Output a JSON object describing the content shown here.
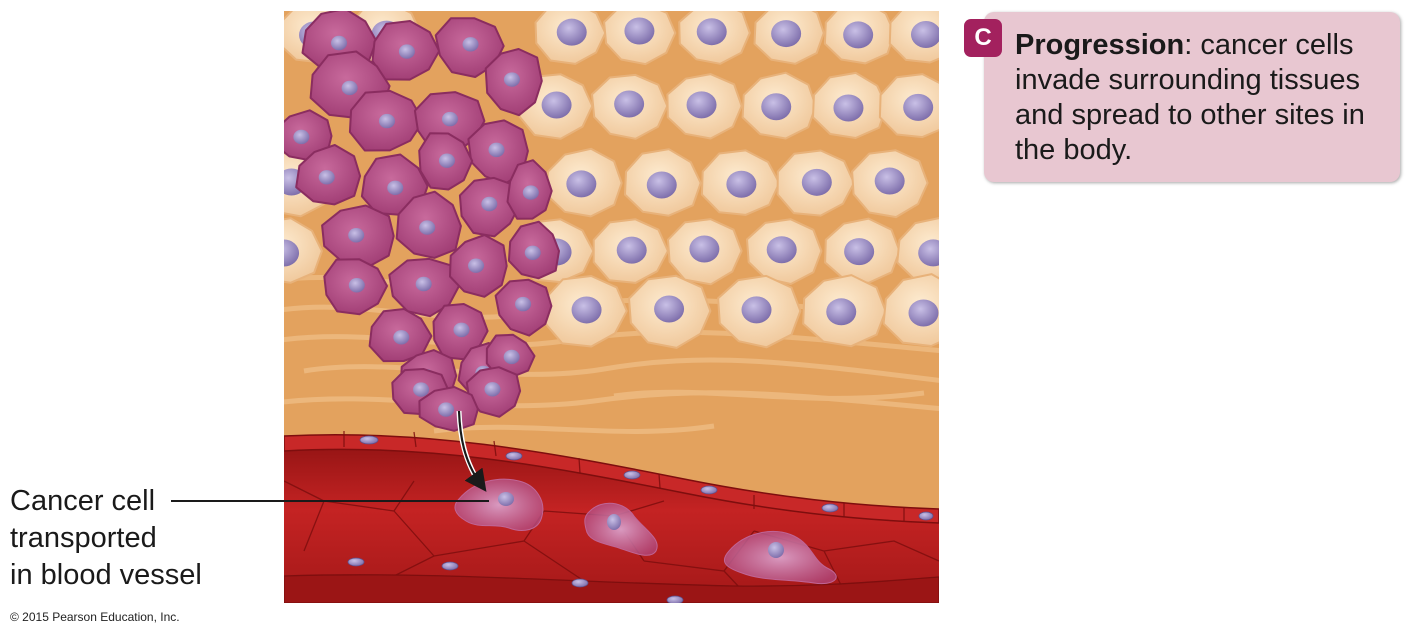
{
  "callout": {
    "badge": "C",
    "title": "Progression",
    "text": ": cancer cells invade surrounding tissues and spread to other sites in the body."
  },
  "labels": {
    "line1": "Cancer cell",
    "line2": "transported",
    "line3": "in blood vessel"
  },
  "copyright": "© 2015 Pearson Education, Inc.",
  "colors": {
    "cancer_cell": "#b0487f",
    "cancer_cell_edge": "#8a2d60",
    "normal_cell": "#f6d7ab",
    "connective_tissue": "#e3a25e",
    "blood_vessel": "#b31c1c",
    "nucleus": "#8b7bb8",
    "badge": "#a3215e",
    "callout_bg": "#e8c7d1"
  }
}
